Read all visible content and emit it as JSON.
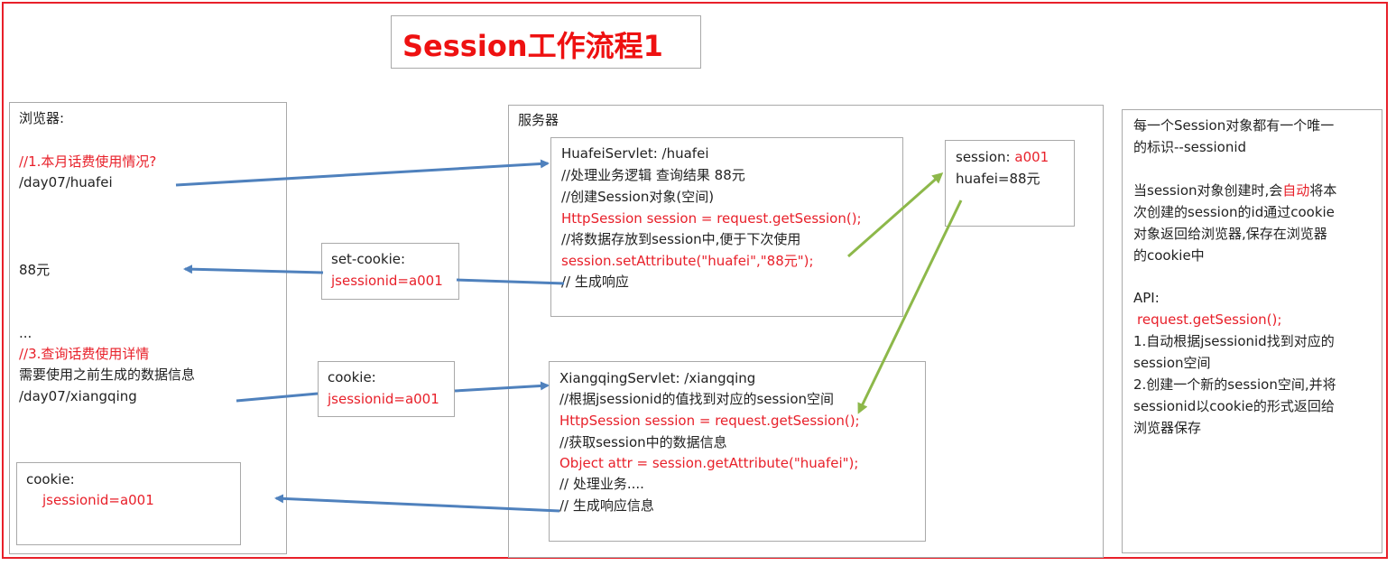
{
  "title": "Session工作流程1",
  "colors": {
    "accent_red": "#e8202a",
    "arrow_blue": "#4f81bd",
    "arrow_green": "#8db84a"
  },
  "browser": {
    "header": "浏览器:",
    "req1_comment": "//1.本月话费使用情况?",
    "req1_url": "/day07/huafei",
    "result": "88元",
    "ellipsis": "...",
    "req3_comment": "//3.查询话费使用详情",
    "req3_desc": "需要使用之前生成的数据信息",
    "req3_url": "/day07/xiangqing",
    "cookie_label": "cookie:",
    "cookie_value": "jsessionid=a001"
  },
  "set_cookie": {
    "label": "set-cookie:",
    "value": "jsessionid=a001"
  },
  "req_cookie": {
    "label": "cookie:",
    "value": "jsessionid=a001"
  },
  "server": {
    "header": "服务器",
    "huafei": {
      "line1": "HuafeiServlet: /huafei",
      "line2": "//处理业务逻辑 查询结果 88元",
      "line3": "//创建Session对象(空间)",
      "line4": "HttpSession session = request.getSession();",
      "line5": "//将数据存放到session中,便于下次使用",
      "line6": "session.setAttribute(\"huafei\",\"88元\");",
      "line7": "// 生成响应"
    },
    "session_store": {
      "label": "session:",
      "id": "a001",
      "data": "huafei=88元"
    },
    "xiangqing": {
      "line1": "XiangqingServlet: /xiangqing",
      "line2": "//根据jsessionid的值找到对应的session空间",
      "line3": "HttpSession session = request.getSession();",
      "line4": "//获取session中的数据信息",
      "line5": "Object attr = session.getAttribute(\"huafei\");",
      "line6": "// 处理业务....",
      "line7": "// 生成响应信息"
    }
  },
  "notes": {
    "p1_a": "每一个Session对象都有一个唯一",
    "p1_b": "的标识--sessionid",
    "p2_a_pre": "当session对象创建时,会",
    "p2_a_red": "自动",
    "p2_a_post": "将本",
    "p2_b": "次创建的session的id通过cookie",
    "p2_c": "对象返回给浏览器,保存在浏览器",
    "p2_d": "的cookie中",
    "api_label": "API:",
    "api_call": "request.getSession();",
    "api_1a": "1.自动根据jsessionid找到对应的",
    "api_1b": "session空间",
    "api_2a": "2.创建一个新的session空间,并将",
    "api_2b": "sessionid以cookie的形式返回给",
    "api_2c": "浏览器保存"
  }
}
